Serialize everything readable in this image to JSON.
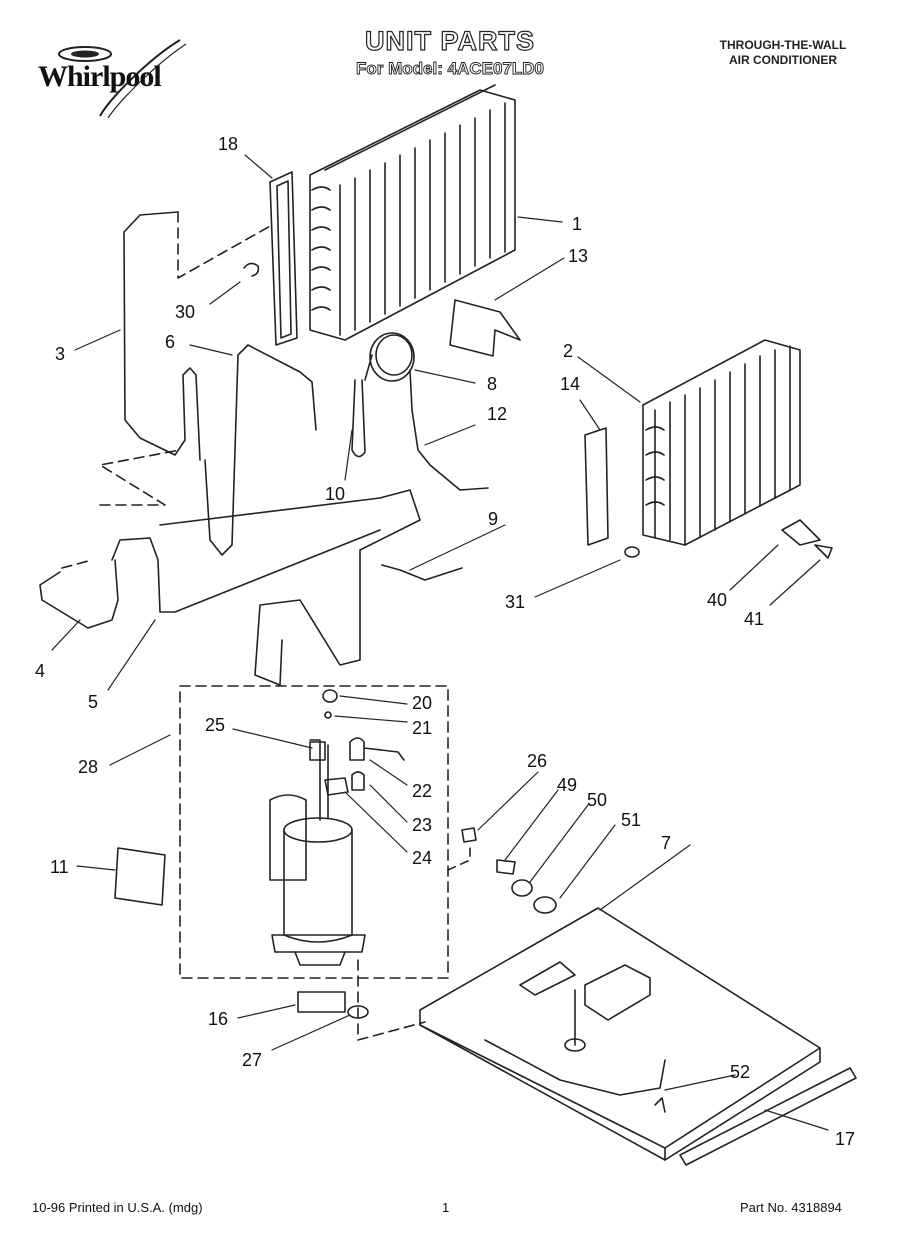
{
  "header": {
    "brand": "Whirlpool",
    "title": "UNIT PARTS",
    "model_line": "For Model: 4ACE07LD0",
    "product_type_line1": "THROUGH-THE-WALL",
    "product_type_line2": "AIR CONDITIONER"
  },
  "callouts": {
    "c1": "1",
    "c2": "2",
    "c3": "3",
    "c4": "4",
    "c5": "5",
    "c6": "6",
    "c7": "7",
    "c8": "8",
    "c9": "9",
    "c10": "10",
    "c11": "11",
    "c12": "12",
    "c13": "13",
    "c14": "14",
    "c16": "16",
    "c17": "17",
    "c18": "18",
    "c20": "20",
    "c21": "21",
    "c22": "22",
    "c23": "23",
    "c24": "24",
    "c25": "25",
    "c26": "26",
    "c27": "27",
    "c28": "28",
    "c30": "30",
    "c31": "31",
    "c40": "40",
    "c41": "41",
    "c49": "49",
    "c50": "50",
    "c51": "51",
    "c52": "52"
  },
  "footer": {
    "print_info": "10-96 Printed in U.S.A. (mdg)",
    "page_number": "1",
    "part_no": "Part No. 4318894"
  }
}
